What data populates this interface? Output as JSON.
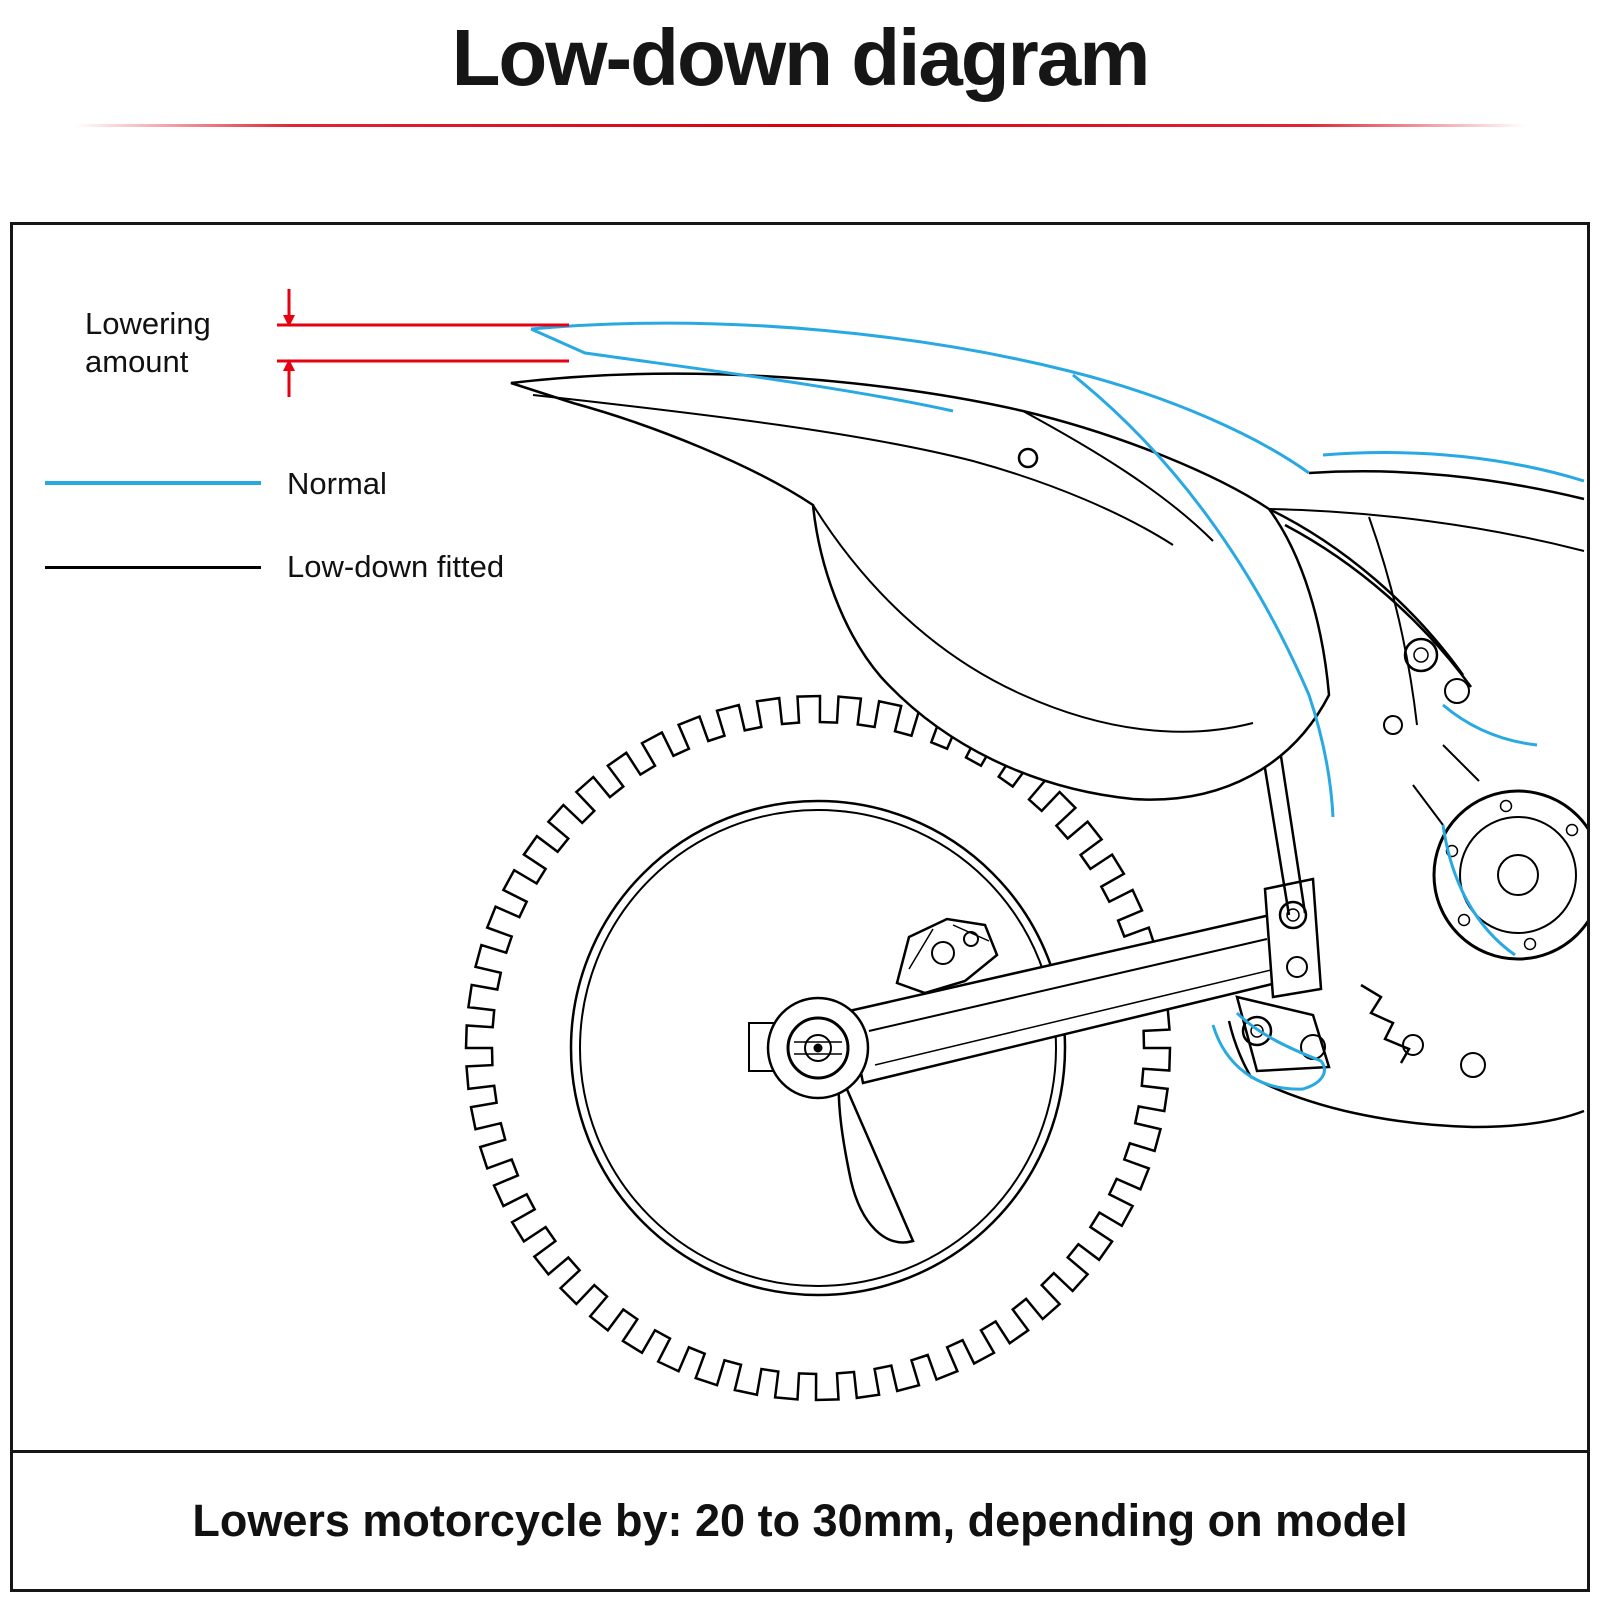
{
  "title": "Low-down diagram",
  "diagram": {
    "lowering_label": {
      "line1": "Lowering",
      "line2": "amount"
    },
    "legend": [
      {
        "label": "Normal",
        "color": "#29a9e1"
      },
      {
        "label": "Low-down fitted",
        "color": "#000000"
      }
    ],
    "caption": "Lowers motorcycle by: 20 to 30mm, depending on model",
    "colors": {
      "normal_line": "#29a9e1",
      "lowdown_line": "#000000",
      "measurement": "#e60012"
    }
  }
}
